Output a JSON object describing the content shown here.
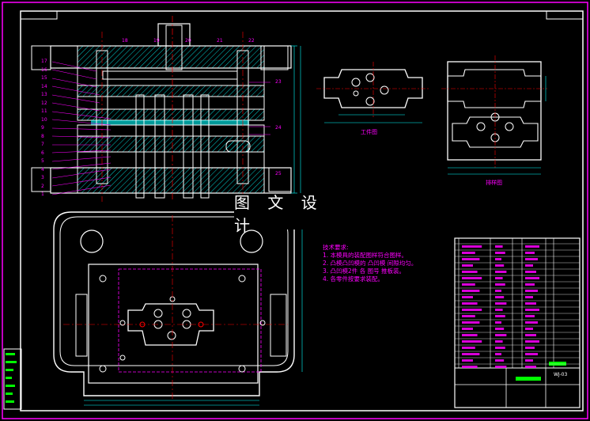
{
  "watermark": "图 文 设 计",
  "views": {
    "workpiece_label": "工件图",
    "layout_label": "排样图"
  },
  "technical_requirements": {
    "title": "技术要求:",
    "items": [
      "1. 本模具的装配图样符合图样。",
      "2. 凸模凸凹模的 凸凹模 间隙均匀。",
      "3. 凸凹模2件 各 图号 推板装。",
      "4. 各零件按要求装配。"
    ]
  },
  "colors": {
    "background": "#000000",
    "frame": "#ffffff",
    "border": "#ff00ff",
    "centerline": "#ff0000",
    "dimension": "#00ffff",
    "hatch": "#00ffff",
    "highlight": "#00ff00",
    "part_label": "#ff00ff",
    "table_green": "#00ff00"
  },
  "part_numbers_left": [
    "17",
    "16",
    "15",
    "14",
    "13",
    "12",
    "11",
    "10",
    "9",
    "8",
    "7",
    "6",
    "5",
    "4",
    "3",
    "2",
    "1"
  ],
  "part_numbers_top": [
    "18",
    "19",
    "20",
    "21",
    "22"
  ],
  "part_numbers_right": [
    "23",
    "24",
    "25"
  ],
  "title_block": {
    "drawing_no": "WJ-03"
  }
}
